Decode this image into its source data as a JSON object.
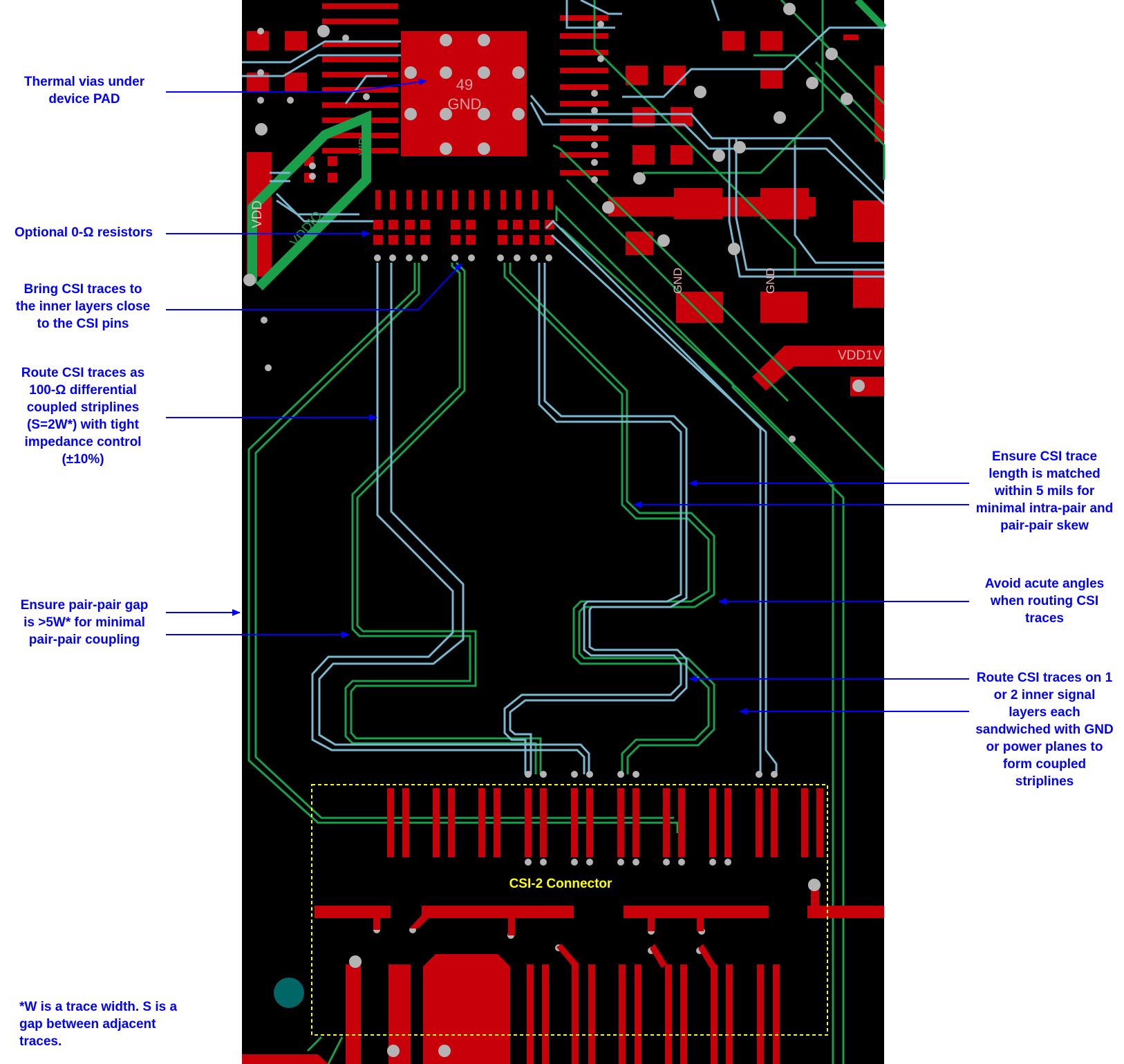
{
  "board": {
    "colors": {
      "background": "#000000",
      "copper_top": "#c8000a",
      "copper_inner1": "#1aa04a",
      "copper_inner2": "#7ab8d0",
      "via": "#b4b4b4",
      "annotation": "#0000ff",
      "connector_outline": "#ffff00",
      "mounting_hole": "#006666"
    },
    "silk": {
      "pad_number": "49",
      "pad_net": "GND",
      "vdd": "VDD",
      "vddio": "VDDIO",
      "vdd1v": "VDD1V",
      "gnd_a": "GND",
      "gnd_b": "GND",
      "vid": "VID"
    },
    "connector_label": "CSI-2 Connector"
  },
  "annotations": {
    "thermal_vias": [
      "Thermal vias under",
      "device PAD"
    ],
    "resistors": [
      "Optional 0-Ω resistors"
    ],
    "inner_layers": [
      "Bring CSI traces to",
      "the inner layers close",
      "to the CSI pins"
    ],
    "striplines": [
      "Route CSI traces as",
      "100-Ω differential",
      "coupled striplines",
      "(S=2W*) with tight",
      "impedance control",
      "(±10%)"
    ],
    "pair_gap": [
      "Ensure pair-pair gap",
      "is >5W* for minimal",
      "pair-pair coupling"
    ],
    "length_match": [
      "Ensure CSI trace",
      "length is matched",
      "within 5 mils for",
      "minimal intra-pair and",
      "pair-pair skew"
    ],
    "acute_angles": [
      "Avoid acute angles",
      "when routing CSI",
      "traces"
    ],
    "inner_signal": [
      "Route CSI traces on 1",
      "or 2 inner signal",
      "layers each",
      "sandwiched with GND",
      "or power planes to",
      "form coupled",
      "striplines"
    ],
    "footnote": [
      "*W is a trace width.  S is a",
      "gap between adjacent",
      "traces."
    ]
  }
}
